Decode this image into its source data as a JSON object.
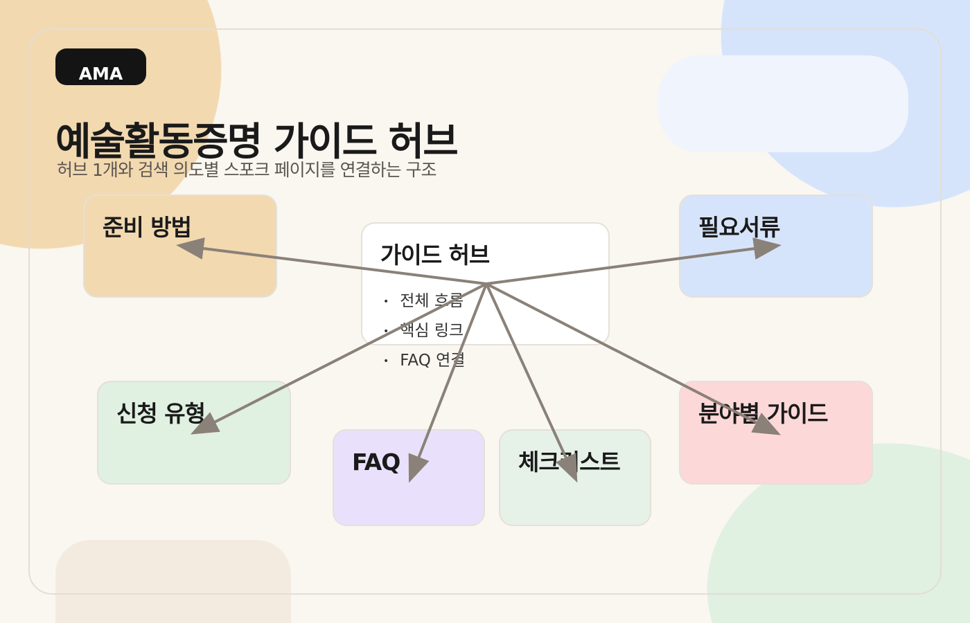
{
  "badge": "AMA",
  "title": "예술활동증명 가이드 허브",
  "subtitle": "허브 1개와 검색 의도별 스포크 페이지를 연결하는 구조",
  "hub": {
    "label": "가이드 허브",
    "items": [
      "전체 흐름",
      "핵심 링크",
      "FAQ 연결"
    ]
  },
  "spokes": [
    {
      "label": "준비 방법",
      "color": "#f2d9b0"
    },
    {
      "label": "필요서류",
      "color": "#d6e4fb"
    },
    {
      "label": "신청 유형",
      "color": "#e0f0e1"
    },
    {
      "label": "FAQ",
      "color": "#e9e1fb"
    },
    {
      "label": "체크리스트",
      "color": "#e6f1e8"
    },
    {
      "label": "분야별 가이드",
      "color": "#fdd8d8"
    }
  ],
  "colors": {
    "arrow": "#8a8178",
    "accent": "#141414"
  }
}
